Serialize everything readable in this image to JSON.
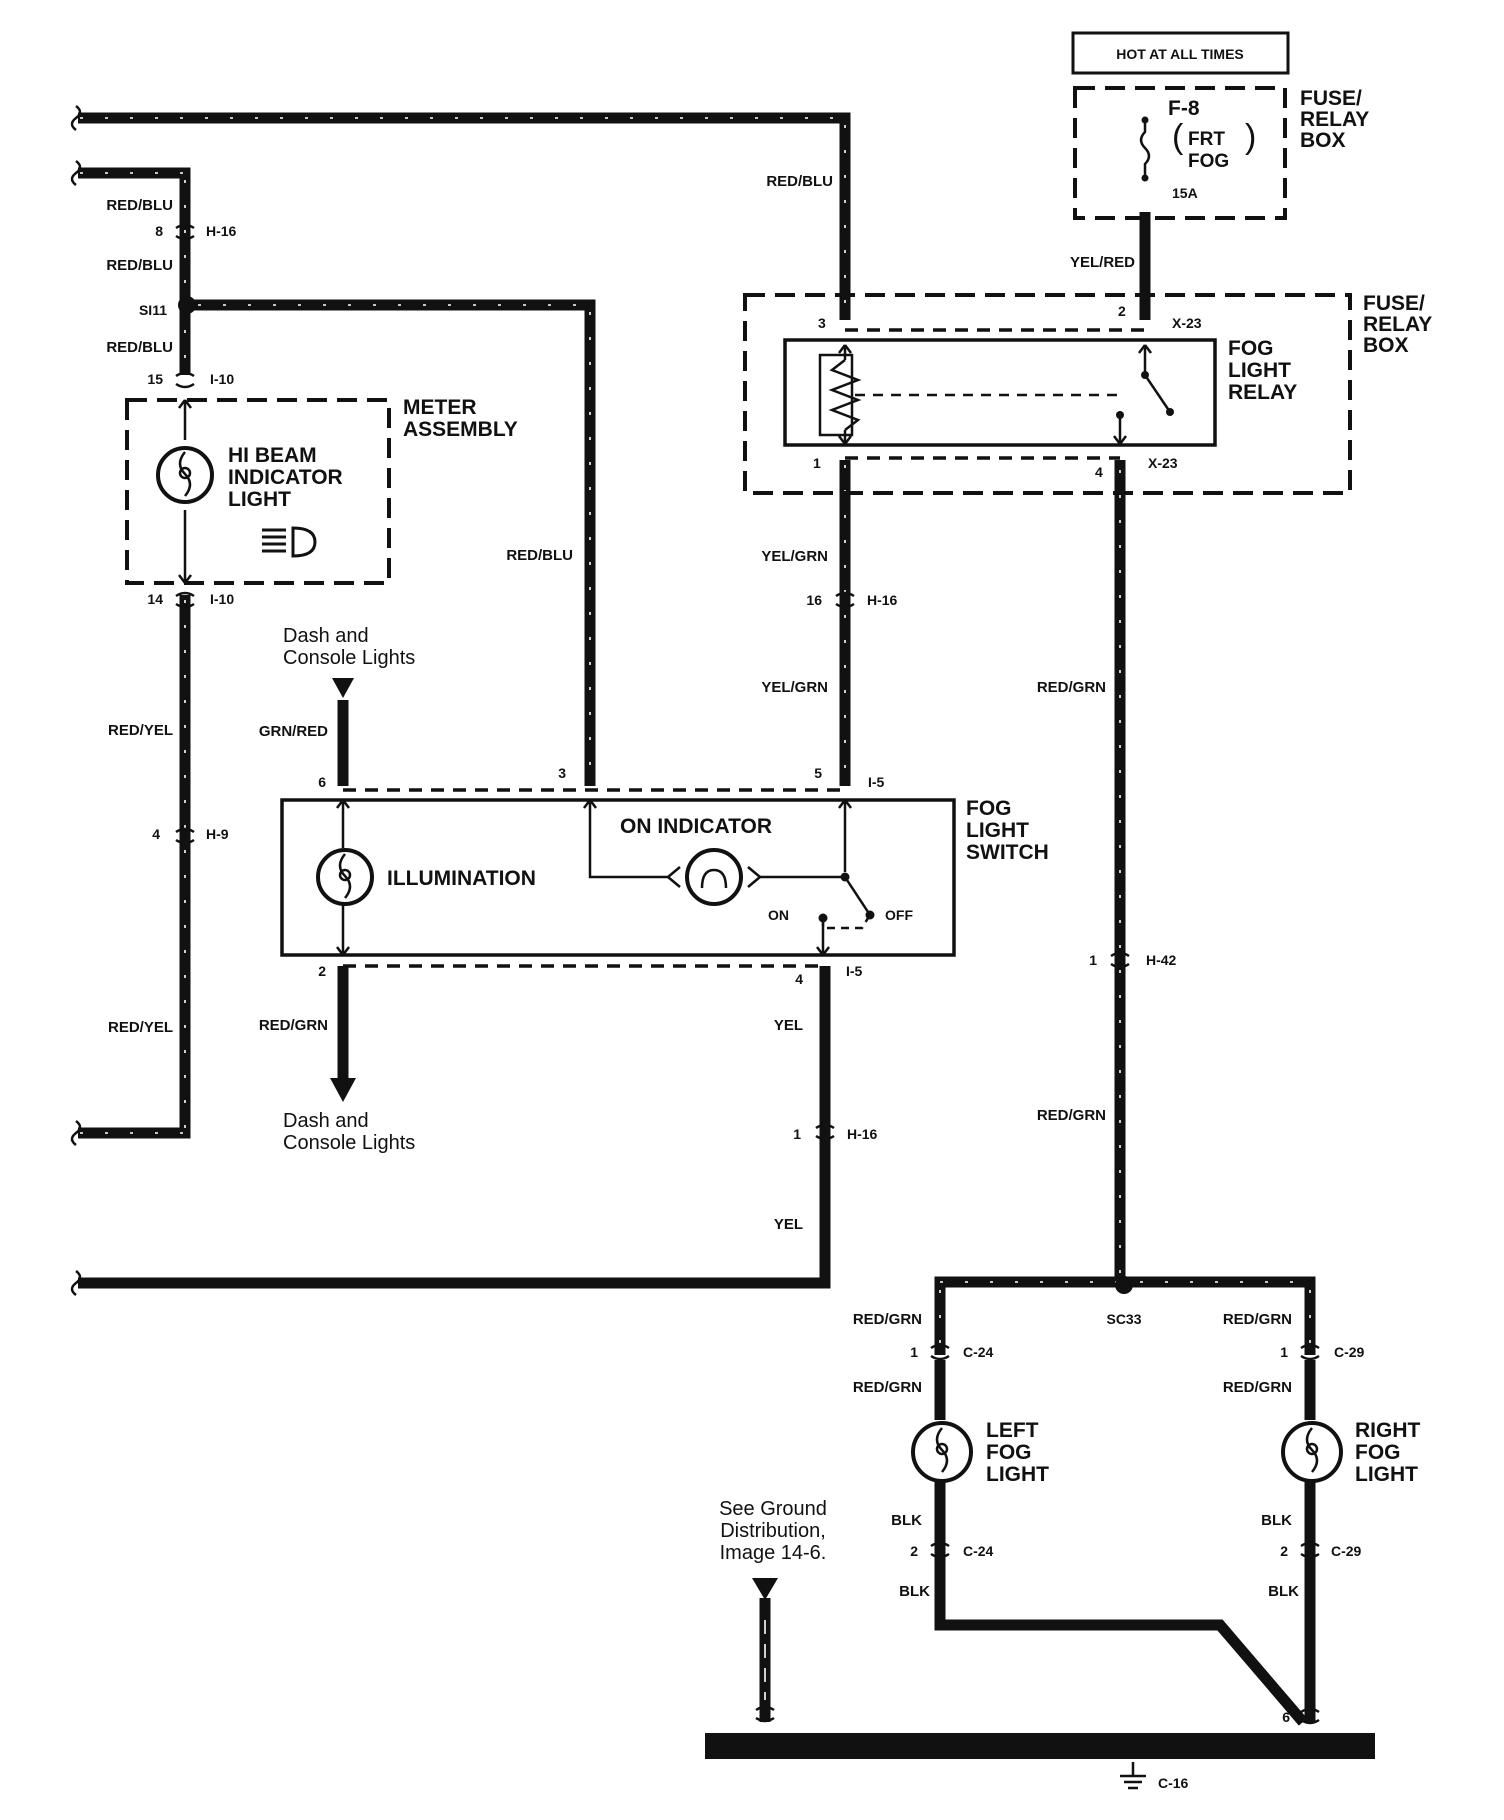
{
  "power": {
    "hot_label": "HOT AT ALL TIMES",
    "fuse_box_top": [
      "FUSE/",
      "RELAY",
      "BOX"
    ],
    "fuse_id": "F-8",
    "fuse_name": [
      "FRT",
      "FOG"
    ],
    "fuse_amps": "15A",
    "fuse_box_relay": [
      "FUSE/",
      "RELAY",
      "BOX"
    ]
  },
  "relay": {
    "name": [
      "FOG",
      "LIGHT",
      "RELAY"
    ],
    "pin_3": "3",
    "pin_2": "2",
    "pin_1": "1",
    "pin_4": "4",
    "connector_top": "X-23",
    "connector_bottom": "X-23"
  },
  "meter": {
    "name": [
      "METER",
      "ASSEMBLY"
    ],
    "lamp_name": [
      "HI BEAM",
      "INDICATOR",
      "LIGHT"
    ]
  },
  "fog_switch": {
    "name": [
      "FOG",
      "LIGHT",
      "SWITCH"
    ],
    "on_indicator": "ON INDICATOR",
    "illumination": "ILLUMINATION",
    "on": "ON",
    "off": "OFF",
    "pin_6": "6",
    "pin_3": "3",
    "pin_5": "5",
    "pin_2": "2",
    "pin_4": "4",
    "connector_top": "I-5",
    "connector_bottom": "I-5"
  },
  "left_circuit": {
    "w1": "RED/BLU",
    "c1_pin": "8",
    "c1": "H-16",
    "w2": "RED/BLU",
    "splice": "SI11",
    "w3": "RED/BLU",
    "c2_pin": "15",
    "c2": "I-10",
    "c3_pin": "14",
    "c3": "I-10",
    "w4": "RED/YEL",
    "c4_pin": "4",
    "c4": "H-9",
    "w5": "RED/YEL",
    "w_to_switch": "RED/BLU"
  },
  "dash": {
    "top": [
      "Dash and",
      "Console Lights"
    ],
    "top_wire": "GRN/RED",
    "bottom": [
      "Dash and",
      "Console Lights"
    ],
    "bottom_wire": "RED/GRN"
  },
  "center": {
    "relay_in_wire": "RED/BLU",
    "fuse_out_wire": "YEL/RED",
    "w1": "YEL/GRN",
    "c1_pin": "16",
    "c1": "H-16",
    "w2": "YEL/GRN",
    "yel1": "YEL",
    "c2_pin": "1",
    "c2": "H-16",
    "yel2": "YEL"
  },
  "right_circuit": {
    "w1": "RED/GRN",
    "c1_pin": "1",
    "c1": "H-42",
    "w2": "RED/GRN",
    "splice": "SC33"
  },
  "left_fog": {
    "w1": "RED/GRN",
    "c1_pin": "1",
    "c1": "C-24",
    "w2": "RED/GRN",
    "name": [
      "LEFT",
      "FOG",
      "LIGHT"
    ],
    "blk1": "BLK",
    "c2_pin": "2",
    "c2": "C-24",
    "blk2": "BLK"
  },
  "right_fog": {
    "w1": "RED/GRN",
    "c1_pin": "1",
    "c1": "C-29",
    "w2": "RED/GRN",
    "name": [
      "RIGHT",
      "FOG",
      "LIGHT"
    ],
    "blk1": "BLK",
    "c2_pin": "2",
    "c2": "C-29",
    "blk2": "BLK"
  },
  "ground": {
    "note": [
      "See Ground",
      "Distribution,",
      "Image 14-6."
    ],
    "pin": "6",
    "connector": "C-16"
  }
}
